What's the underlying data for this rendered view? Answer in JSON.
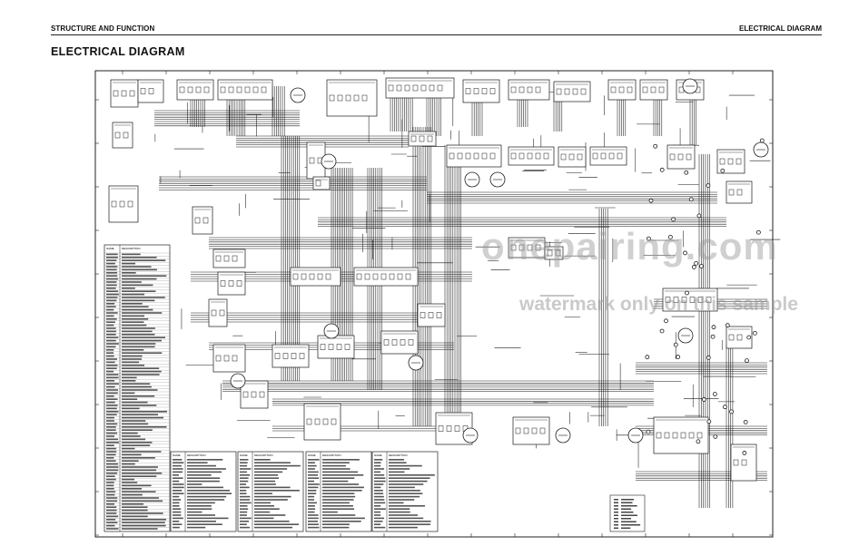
{
  "header": {
    "section": "STRUCTURE AND FUNCTION",
    "chapter": "ELECTRICAL DIAGRAM"
  },
  "page_title": "ELECTRICAL DIAGRAM",
  "watermark": {
    "line1": "onepairing.com",
    "line2": "watermark only on this sample"
  },
  "tables": {
    "name_header": "NAME",
    "description_header": "DESCRIPTION"
  },
  "colors": {
    "ink": "#1a1a1a",
    "watermark": "#969696",
    "paper": "#ffffff"
  }
}
